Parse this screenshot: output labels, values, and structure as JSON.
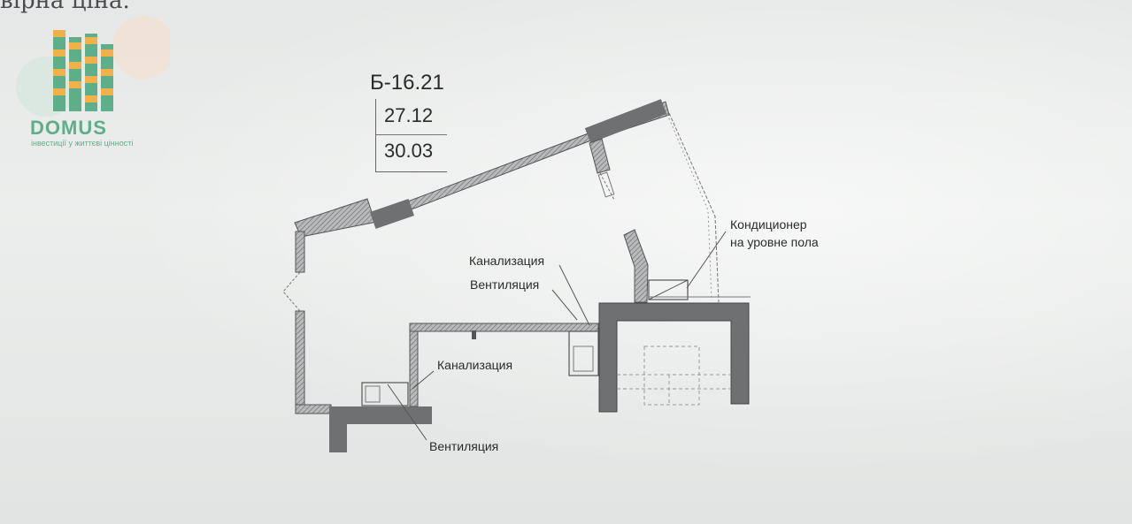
{
  "header_fragment": "вірна ціна.",
  "logo": {
    "name": "DOMUS",
    "tagline": "інвестиції у життєві цінності",
    "colors": {
      "green": "#5fae8a",
      "orange": "#f0b04a"
    }
  },
  "plan": {
    "apartment_code": "Б-16.21",
    "area_1": "27.12",
    "area_2": "30.03",
    "labels": {
      "air_conditioner_line1": "Кондиционер",
      "air_conditioner_line2": "на уровне пола",
      "sewerage_top": "Канализация",
      "ventilation_top": "Вентиляция",
      "sewerage_mid": "Канализация",
      "ventilation_bottom": "Вентиляция"
    },
    "colors": {
      "wall": "#6f7072",
      "hatch": "#8a8b8d",
      "ink": "#2b2b2b"
    }
  }
}
